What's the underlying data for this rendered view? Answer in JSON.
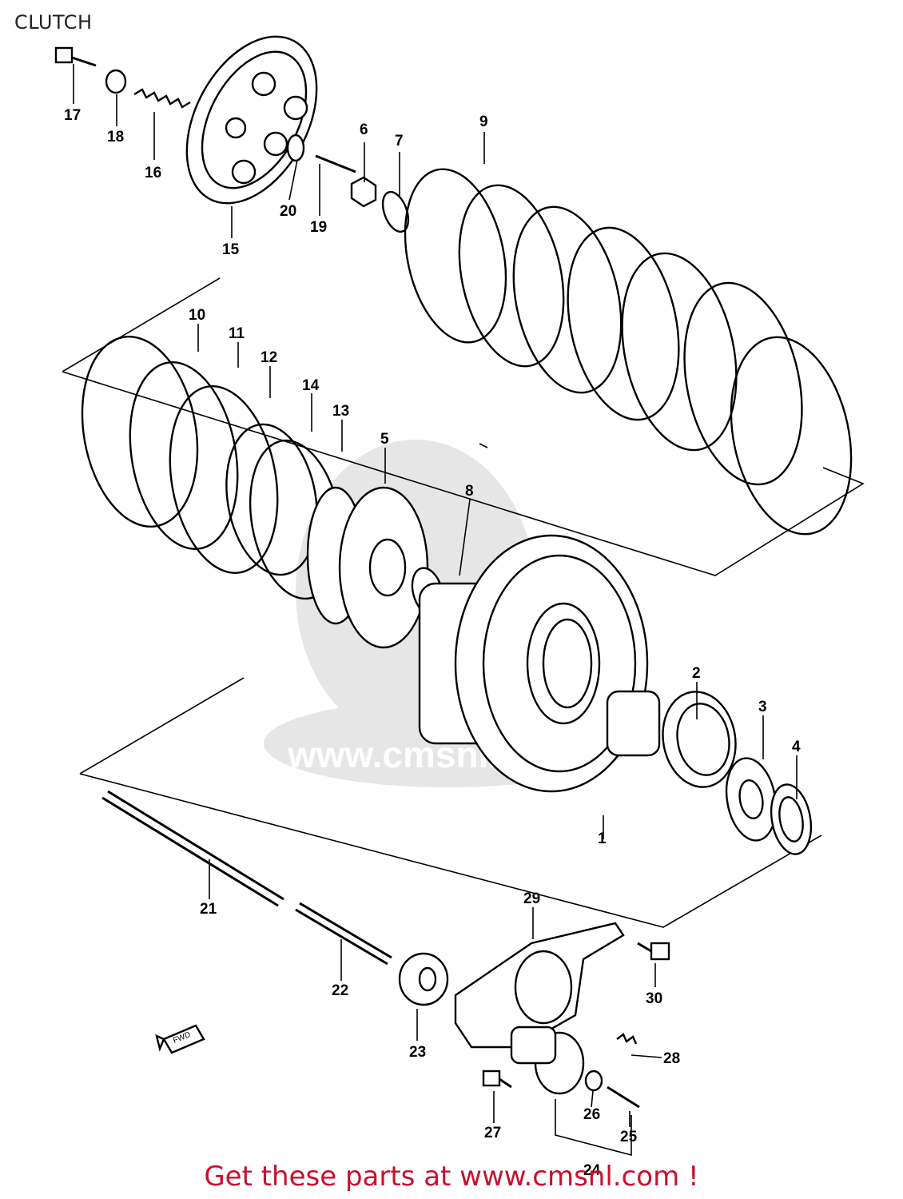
{
  "header": {
    "title": "CLUTCH"
  },
  "callouts": [
    {
      "id": "c1",
      "label": "1"
    },
    {
      "id": "c2",
      "label": "2"
    },
    {
      "id": "c3",
      "label": "3"
    },
    {
      "id": "c4",
      "label": "4"
    },
    {
      "id": "c5",
      "label": "5"
    },
    {
      "id": "c6",
      "label": "6"
    },
    {
      "id": "c7",
      "label": "7"
    },
    {
      "id": "c8",
      "label": "8"
    },
    {
      "id": "c9",
      "label": "9"
    },
    {
      "id": "c10",
      "label": "10"
    },
    {
      "id": "c11",
      "label": "11"
    },
    {
      "id": "c12",
      "label": "12"
    },
    {
      "id": "c13",
      "label": "13"
    },
    {
      "id": "c14",
      "label": "14"
    },
    {
      "id": "c15",
      "label": "15"
    },
    {
      "id": "c16",
      "label": "16"
    },
    {
      "id": "c17",
      "label": "17"
    },
    {
      "id": "c18",
      "label": "18"
    },
    {
      "id": "c19",
      "label": "19"
    },
    {
      "id": "c20",
      "label": "20"
    },
    {
      "id": "c21",
      "label": "21"
    },
    {
      "id": "c22",
      "label": "22"
    },
    {
      "id": "c23",
      "label": "23"
    },
    {
      "id": "c24",
      "label": "24"
    },
    {
      "id": "c25",
      "label": "25"
    },
    {
      "id": "c26",
      "label": "26"
    },
    {
      "id": "c27",
      "label": "27"
    },
    {
      "id": "c28",
      "label": "28"
    },
    {
      "id": "c29",
      "label": "29"
    },
    {
      "id": "c30",
      "label": "30"
    }
  ],
  "watermark": {
    "text": "www.cmsnl.com"
  },
  "direction_arrow": {
    "text": "FWD"
  },
  "footer": {
    "text": "Get these parts at www.cmsnl.com !"
  },
  "colors": {
    "footer_text": "#c8102e",
    "line": "#000000",
    "watermark": "#e6e6e6"
  }
}
